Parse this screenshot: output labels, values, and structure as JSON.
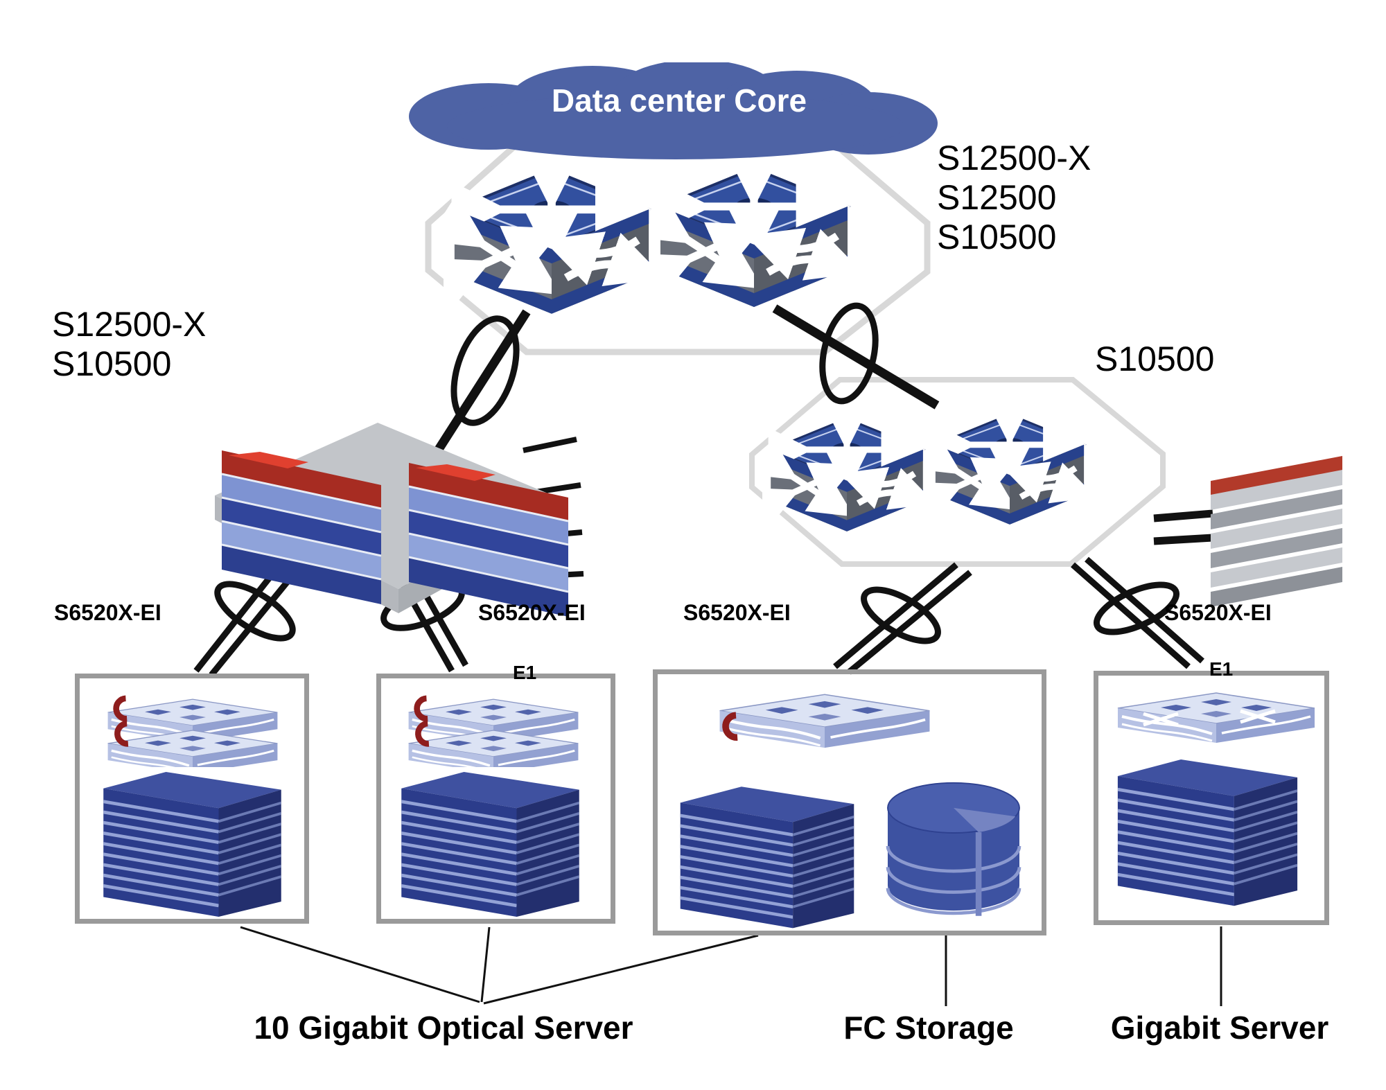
{
  "cloud": {
    "title": "Data center Core"
  },
  "core": {
    "models": [
      "S12500-X",
      "S12500",
      "S10500"
    ]
  },
  "aggregation": {
    "left_models": [
      "S12500-X",
      "S10500"
    ],
    "right_model": "S10500"
  },
  "access": {
    "switch_model_labels": [
      "S6520X-EI",
      "S6520X-EI",
      "S6520X-EI",
      "S6520X-EI"
    ],
    "fragments": [
      "E1",
      "E1"
    ]
  },
  "footer": {
    "server_label": "10 Gigabit Optical Server",
    "storage_label": "FC Storage",
    "gigabit_label": "Gigabit Server"
  },
  "colors": {
    "cloud": "#4e63a5",
    "switch_blue": "#2c418f",
    "switch_gray": "#6a6f79",
    "device_navy": "#2b3c8b",
    "device_light_blue": "#b6c1e4",
    "red_accent": "#8e1d1d",
    "link_black": "#111111",
    "outline_gray": "#d8d8d8",
    "box_border": "#9a9a9a"
  }
}
